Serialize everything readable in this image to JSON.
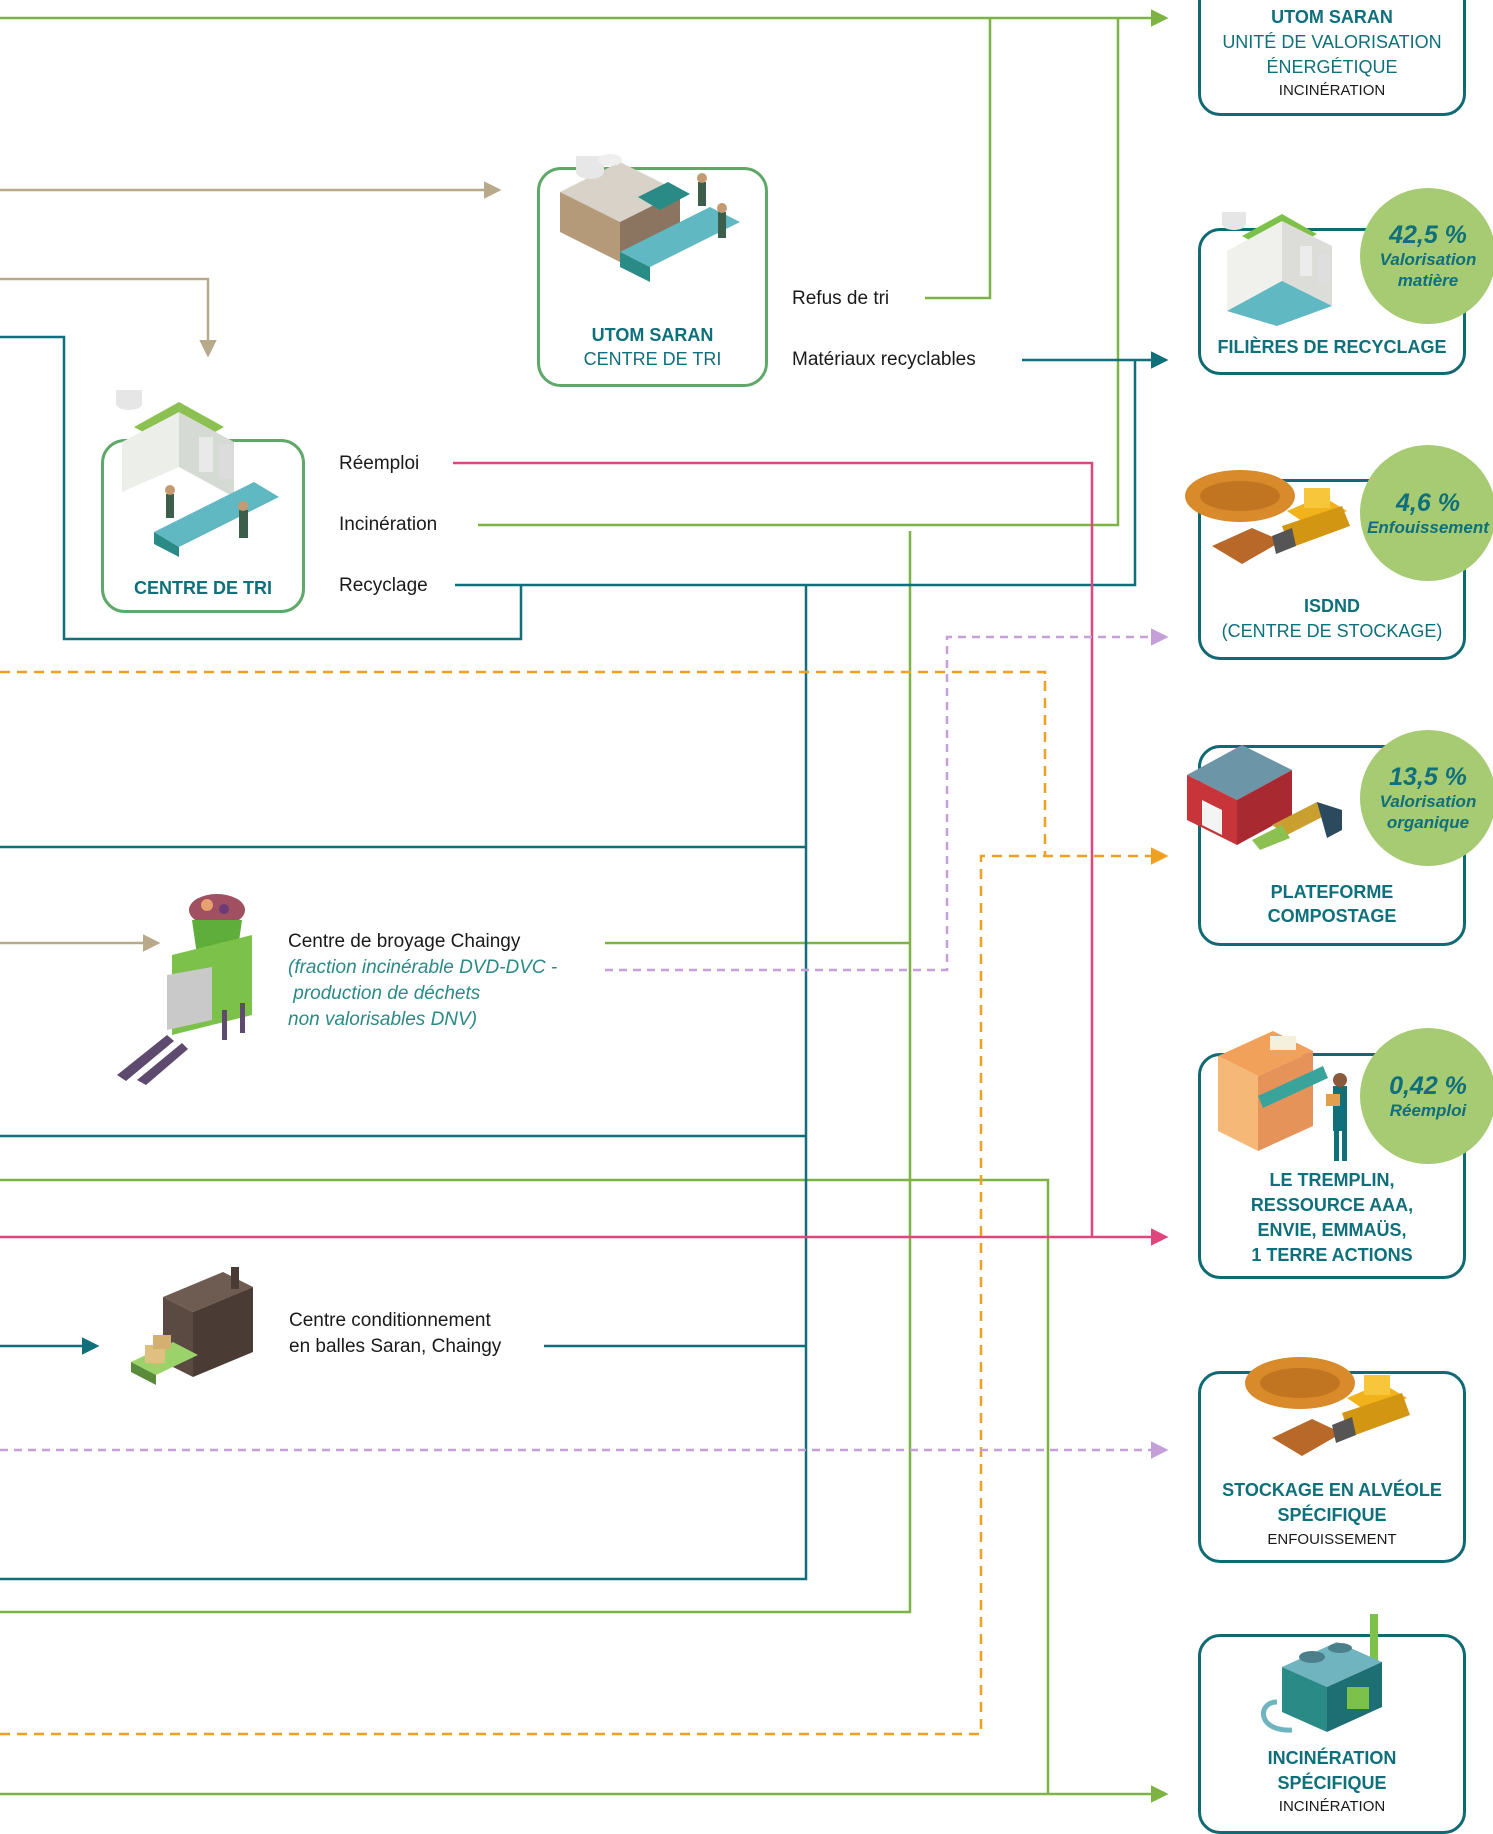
{
  "colors": {
    "green": "#7cb342",
    "teal": "#0f6f7a",
    "tan": "#b8a98a",
    "pink": "#e0457e",
    "orange_dashed": "#f0a020",
    "lavender_dashed": "#c49fd8",
    "badge_fill": "#a6cb72"
  },
  "facilities": {
    "utom_tri": {
      "name": "UTOM SARAN",
      "sub": "CENTRE DE TRI",
      "icon": "sorting-plant-icon"
    },
    "centre_tri": {
      "name": "CENTRE DE TRI",
      "icon": "sorting-plant-icon"
    },
    "broyage": {
      "name": "Centre de broyage Chaingy",
      "note_1": "(fraction incinérable DVD-DVC -",
      "note_2": " production de déchets",
      "note_3": "non valorisables DNV)",
      "icon": "shredder-icon"
    },
    "balles": {
      "line_1": "Centre conditionnement",
      "line_2": "en balles Saran, Chaingy",
      "icon": "baling-press-icon"
    }
  },
  "flow_labels": {
    "refus_de_tri": "Refus de tri",
    "materiaux_recyclables": "Matériaux recyclables",
    "reemploi": "Réemploi",
    "incineration": "Incinération",
    "recyclage": "Recyclage"
  },
  "destinations": [
    {
      "title": "UTOM SARAN",
      "sub_1": "UNITÉ DE VALORISATION",
      "sub_2": "ÉNERGÉTIQUE",
      "type": "INCINÉRATION",
      "icon": ""
    },
    {
      "title": "FILIÈRES DE RECYCLAGE",
      "icon": "recycling-factory-icon",
      "badge_pct": "42,5 %",
      "badge_line_1": "Valorisation",
      "badge_line_2": "matière",
      "badge_value": 42.5
    },
    {
      "title": "ISDND",
      "sub_1": "(CENTRE DE STOCKAGE)",
      "icon": "landfill-bulldozer-icon",
      "badge_pct": "4,6 %",
      "badge_line_1": "Enfouissement",
      "badge_value": 4.6
    },
    {
      "title_1": "PLATEFORME",
      "title_2": "COMPOSTAGE",
      "icon": "compost-barn-icon",
      "badge_pct": "13,5 %",
      "badge_line_1": "Valorisation",
      "badge_line_2": "organique",
      "badge_value": 13.5
    },
    {
      "title_1": "LE TREMPLIN,",
      "title_2": "RESSOURCE AAA,",
      "title_3": "ENVIE, EMMAÜS,",
      "title_4": "1 TERRE ACTIONS",
      "icon": "reuse-shop-icon",
      "badge_pct": "0,42 %",
      "badge_line_1": "Réemploi",
      "badge_value": 0.42
    },
    {
      "title_1": "STOCKAGE EN ALVÉOLE",
      "title_2": "SPÉCIFIQUE",
      "type": "ENFOUISSEMENT",
      "icon": "landfill-bulldozer-icon"
    },
    {
      "title_1": "INCINÉRATION",
      "title_2": "SPÉCIFIQUE",
      "type": "INCINÉRATION",
      "icon": "incinerator-icon"
    }
  ]
}
